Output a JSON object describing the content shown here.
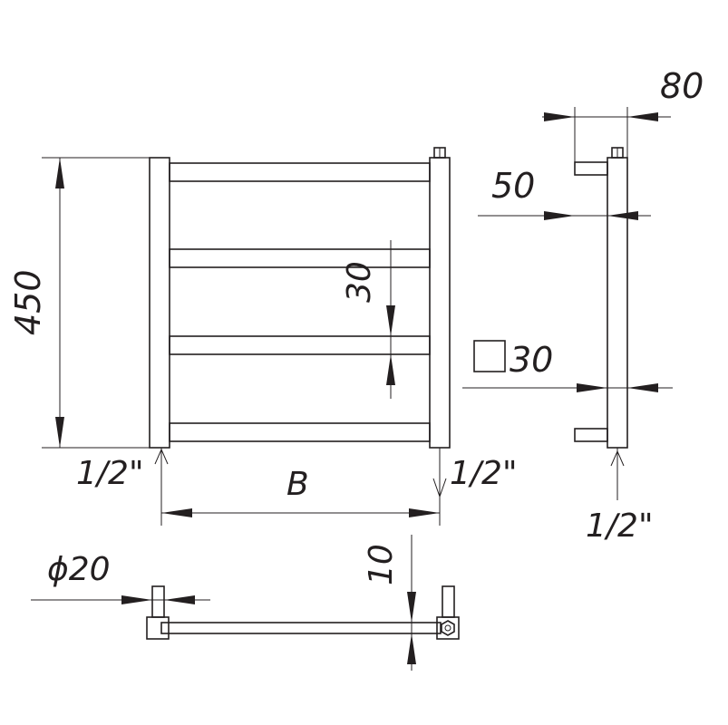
{
  "labels": {
    "height": "450",
    "depth_total": "80",
    "depth_wall": "50",
    "rung_gap": "30",
    "profile": "30",
    "connection_left": "1/2\"",
    "connection_right": "1/2\"",
    "connection_side": "1/2\"",
    "width": "B",
    "pipe_diameter": "ϕ20",
    "offset": "10"
  },
  "colors": {
    "line": "#231f20",
    "background": "#ffffff"
  }
}
